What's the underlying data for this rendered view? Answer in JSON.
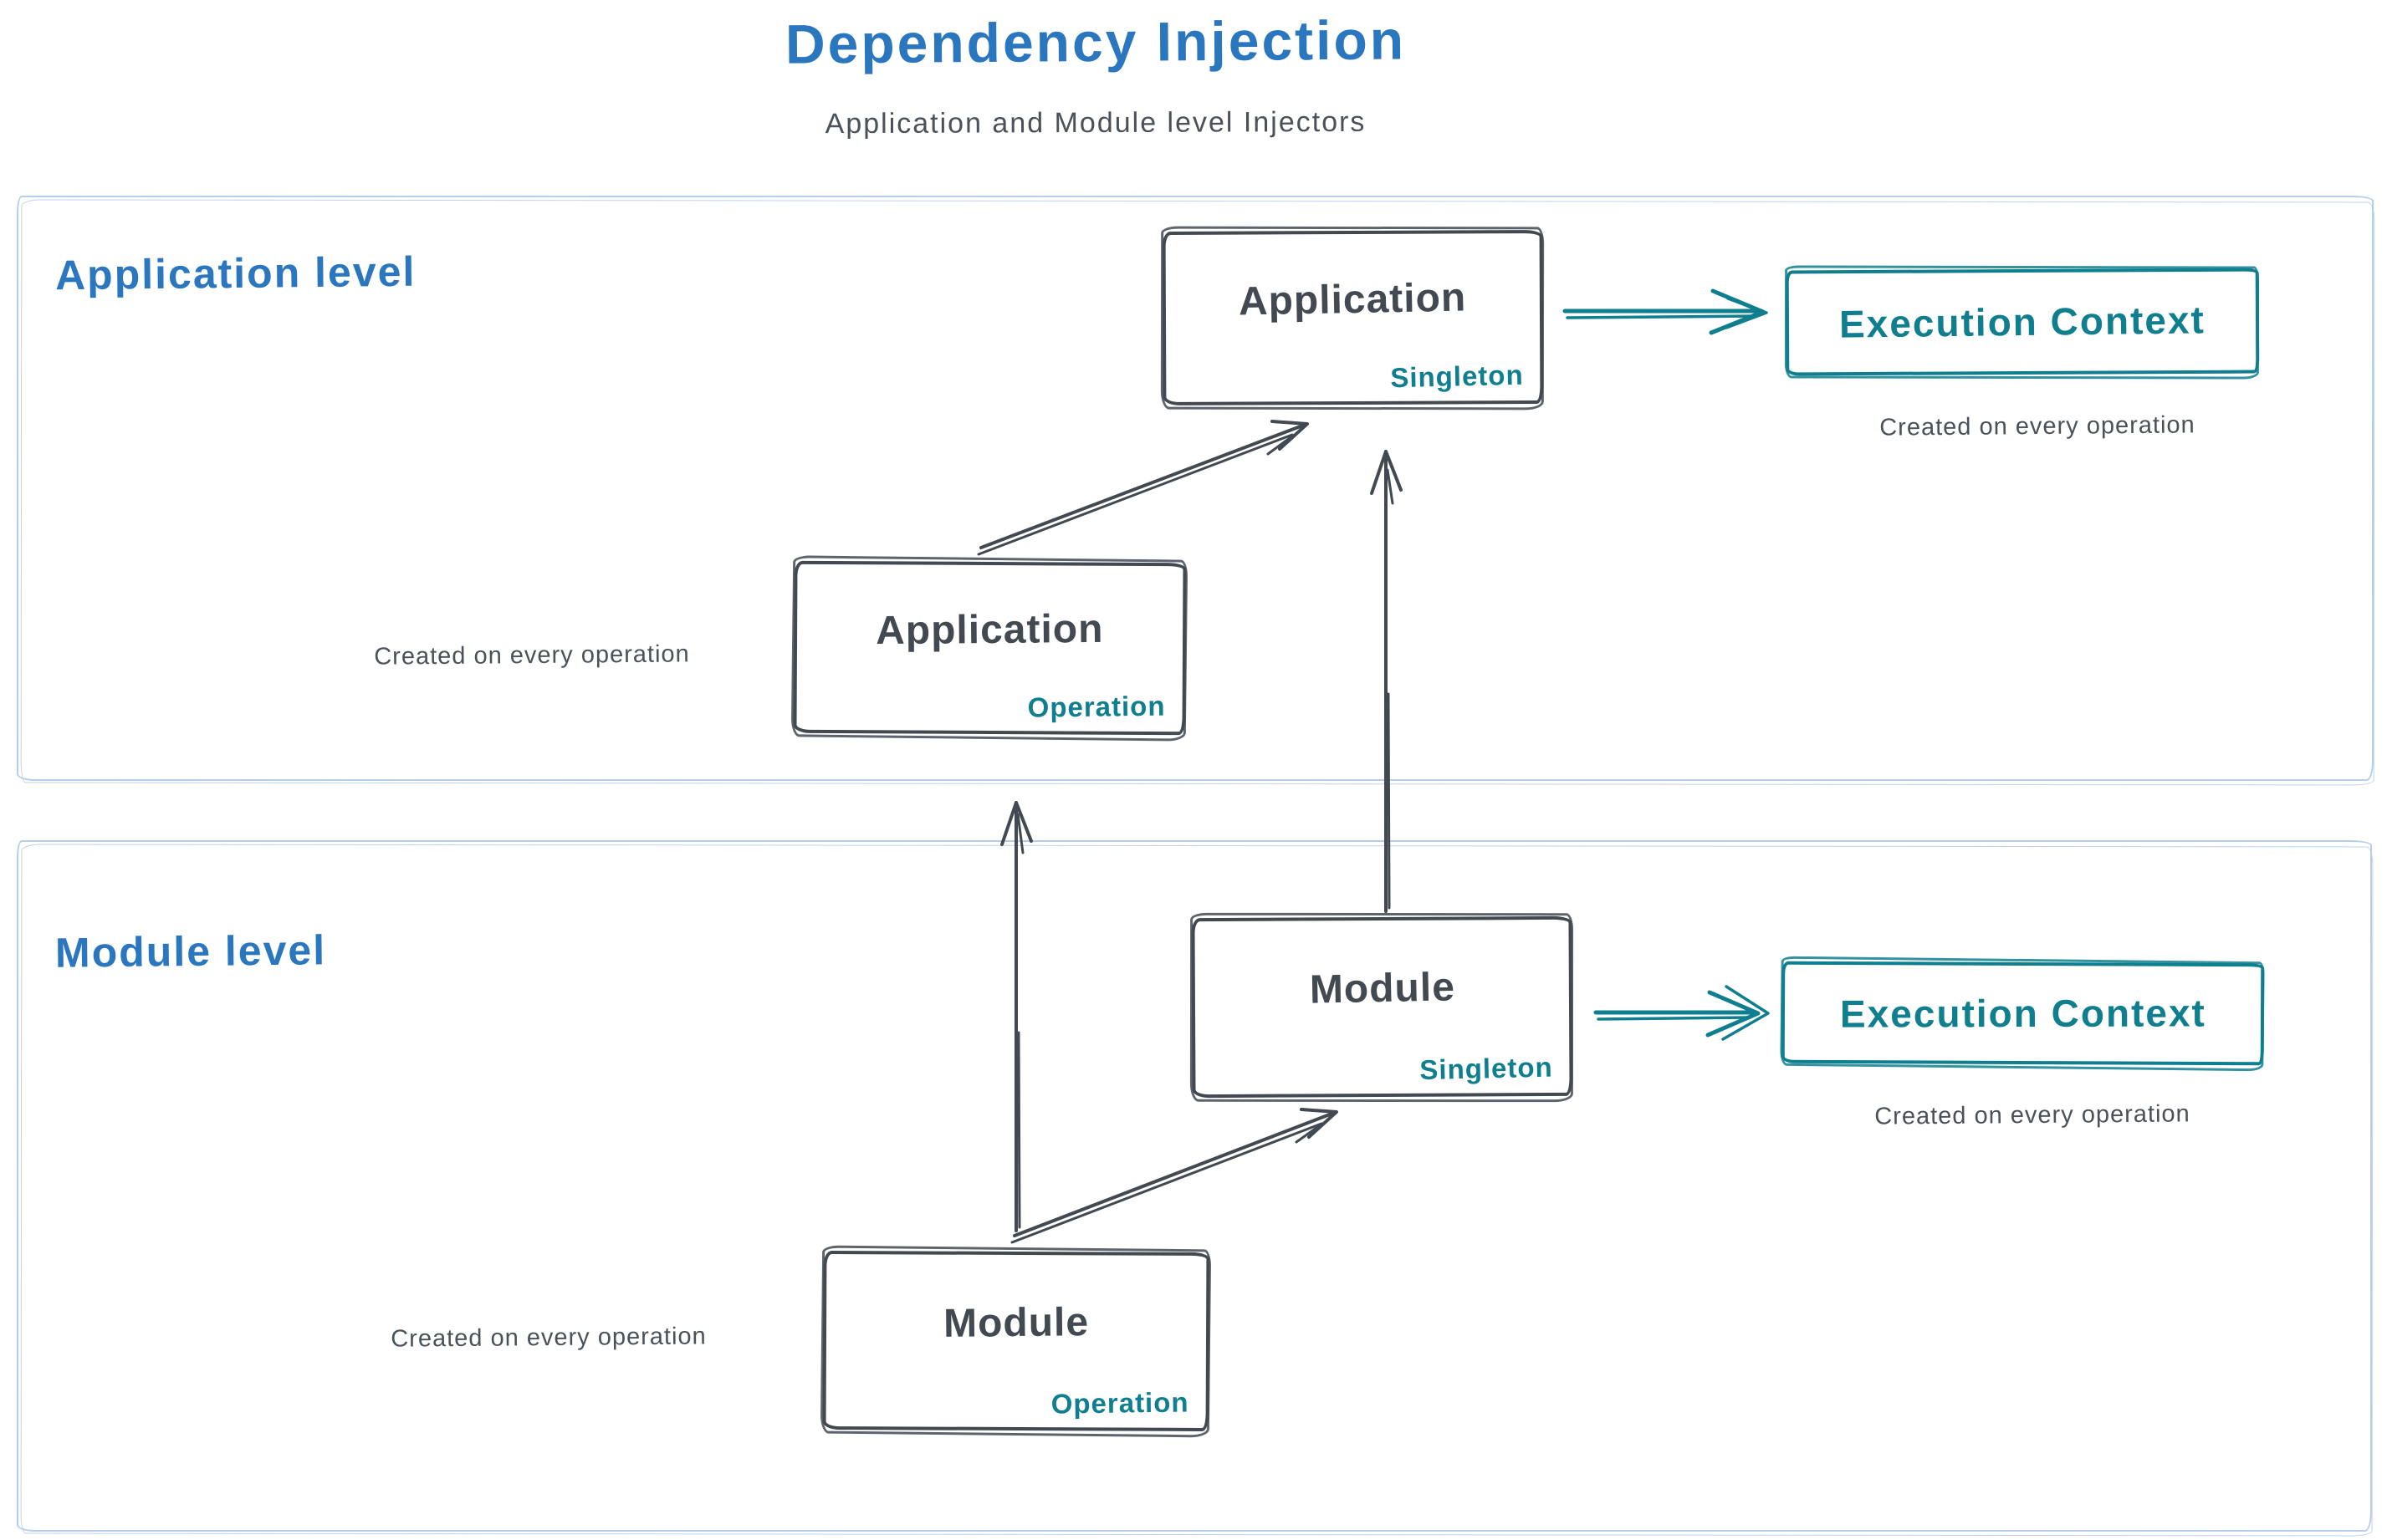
{
  "title": "Dependency Injection",
  "subtitle": "Application and Module level Injectors",
  "colors": {
    "title_blue": "#2b77bf",
    "stroke_dark": "#424951",
    "accent_teal": "#0f7f8f",
    "section_border_light_blue": "#b6cee9",
    "background": "#ffffff"
  },
  "application_section": {
    "label": "Application level",
    "singleton_box": {
      "title": "Application",
      "badge": "Singleton"
    },
    "operation_box": {
      "title": "Application",
      "badge": "Operation"
    },
    "execution_context_label": "Execution Context",
    "execution_caption": "Created on every operation",
    "operation_caption": "Created on every operation"
  },
  "module_section": {
    "label": "Module level",
    "singleton_box": {
      "title": "Module",
      "badge": "Singleton"
    },
    "operation_box": {
      "title": "Module",
      "badge": "Operation"
    },
    "execution_context_label": "Execution Context",
    "execution_caption": "Created on every operation",
    "operation_caption": "Created on every operation"
  }
}
